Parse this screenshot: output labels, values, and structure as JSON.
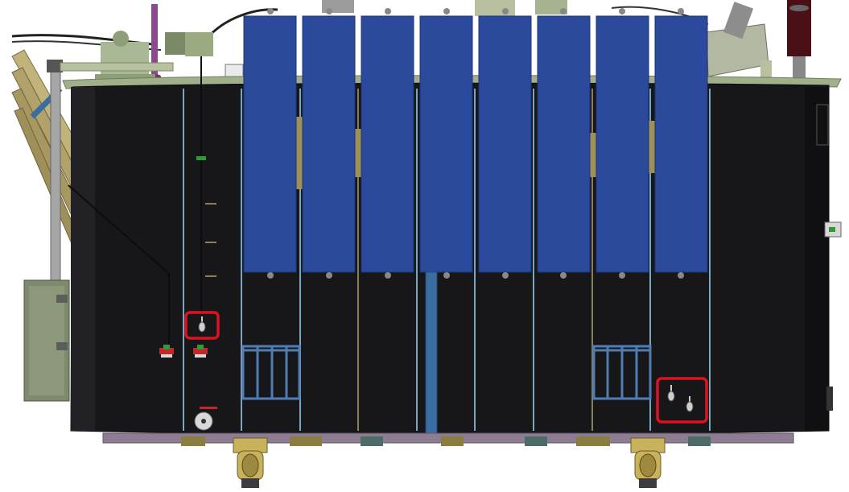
{
  "colors": {
    "background": "#ffffff",
    "tank_body": "#17171a",
    "tank_shadow": "#222226",
    "tank_lid": "#9fb08a",
    "radiator": "#2b4a9b",
    "radiator_edge": "#1d3475",
    "pipe_blue": "#3a6da0",
    "ladder_blue": "#4f7db4",
    "highlight_box": "#e0101f",
    "base_plate": "#8c7d93",
    "conduit_gold": "#b6a86a",
    "cabinet_green": "#7f8a6c",
    "wheel_gold": "#c8b25c",
    "valve_red": "#c0282c",
    "valve_green": "#2f9a3a"
  },
  "components": {
    "radiators": [
      "radiator-1",
      "radiator-2",
      "radiator-3",
      "radiator-4",
      "radiator-5",
      "radiator-6",
      "radiator-7",
      "radiator-8"
    ],
    "ladders": [
      "ladder-left",
      "ladder-right"
    ],
    "wheels": [
      "wheel-left",
      "wheel-right"
    ],
    "highlights": [
      "highlight-left-gauge",
      "highlight-right-gauges"
    ]
  }
}
